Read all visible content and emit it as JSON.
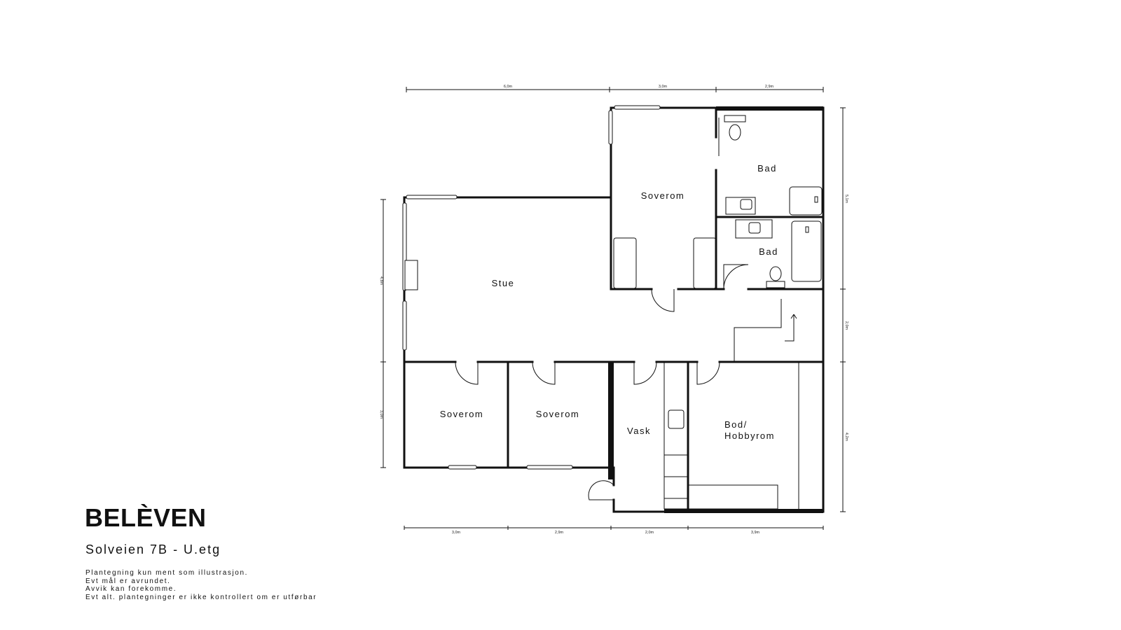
{
  "rooms": {
    "soverom_top": "Soverom",
    "bad_top": "Bad",
    "bad_mid": "Bad",
    "stue": "Stue",
    "soverom_left": "Soverom",
    "soverom_mid": "Soverom",
    "vask": "Vask",
    "bod_line1": "Bod/",
    "bod_line2": "Hobbyrom"
  },
  "dimensions": {
    "top": [
      "6,0m",
      "3,0m",
      "2,9m"
    ],
    "bottom": [
      "3,0m",
      "2,9m",
      "2,0m",
      "3,9m"
    ],
    "left": [
      "4,8m",
      "3,0m"
    ],
    "right": [
      "5,1m",
      "2,0m",
      "4,2m"
    ]
  },
  "brand": "BELÈVEN",
  "subtitle": "Solveien 7B - U.etg",
  "disclaimer": [
    "Plantegning kun ment som illustrasjon.",
    "Evt mål er avrundet.",
    "Avvik kan forekomme.",
    "Evt alt. plantegninger er ikke kontrollert om er utførbar"
  ]
}
